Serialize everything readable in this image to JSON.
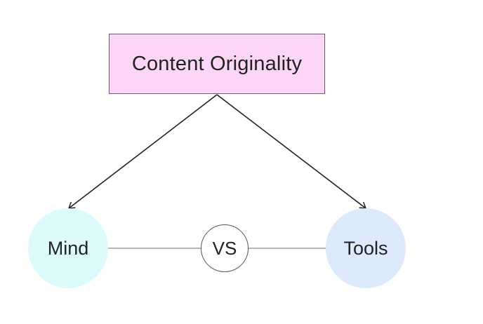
{
  "diagram": {
    "root": {
      "label": "Content Originality",
      "fill": "#fbd6f6"
    },
    "left_node": {
      "label": "Mind",
      "fill": "#dcfbfa"
    },
    "center_node": {
      "label": "VS",
      "fill": "#ffffff"
    },
    "right_node": {
      "label": "Tools",
      "fill": "#dceafc"
    },
    "edges": [
      {
        "from": "Content Originality",
        "to": "Mind",
        "type": "arrow"
      },
      {
        "from": "Content Originality",
        "to": "Tools",
        "type": "arrow"
      },
      {
        "from": "Mind",
        "to": "VS",
        "type": "line"
      },
      {
        "from": "VS",
        "to": "Tools",
        "type": "line"
      }
    ]
  }
}
